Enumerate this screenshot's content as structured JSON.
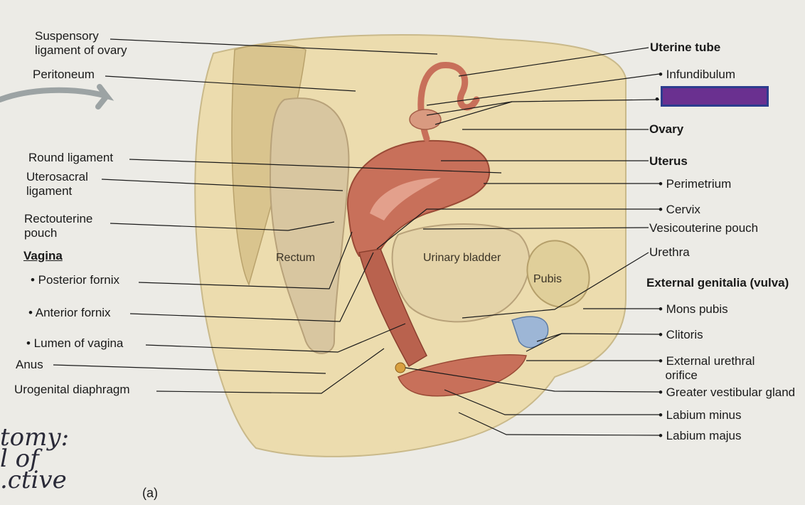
{
  "labels_left": [
    {
      "key": "suspensory",
      "text": "Suspensory\nligament of ovary"
    },
    {
      "key": "peritoneum",
      "text": "Peritoneum"
    },
    {
      "key": "round_ligament",
      "text": "Round ligament"
    },
    {
      "key": "uterosacral",
      "text": "Uterosacral\nligament"
    },
    {
      "key": "rectouterine",
      "text": "Rectouterine\npouch"
    },
    {
      "key": "vagina",
      "text": "Vagina"
    },
    {
      "key": "posterior_fornix",
      "text": "• Posterior fornix"
    },
    {
      "key": "anterior_fornix",
      "text": "• Anterior fornix"
    },
    {
      "key": "lumen_vagina",
      "text": "• Lumen of vagina"
    },
    {
      "key": "anus",
      "text": "Anus"
    },
    {
      "key": "urogenital",
      "text": "Urogenital diaphragm"
    }
  ],
  "labels_right": [
    {
      "key": "uterine_tube",
      "text": "Uterine tube"
    },
    {
      "key": "infundibulum",
      "text": "• Infundibulum"
    },
    {
      "key": "hidden_bullet",
      "text": "•"
    },
    {
      "key": "ovary",
      "text": "Ovary"
    },
    {
      "key": "uterus",
      "text": "Uterus"
    },
    {
      "key": "perimetrium",
      "text": "• Perimetrium"
    },
    {
      "key": "cervix",
      "text": "• Cervix"
    },
    {
      "key": "vesicouterine",
      "text": "Vesicouterine pouch"
    },
    {
      "key": "urethra",
      "text": "Urethra"
    },
    {
      "key": "external_genitalia",
      "text": "External genitalia (vulva)"
    },
    {
      "key": "mons_pubis",
      "text": "• Mons pubis"
    },
    {
      "key": "clitoris",
      "text": "• Clitoris"
    },
    {
      "key": "ext_urethral",
      "text": "• External urethral\n  orifice"
    },
    {
      "key": "greater_vestibular",
      "text": "• Greater vestibular gland"
    },
    {
      "key": "labium_minus",
      "text": "• Labium minus"
    },
    {
      "key": "labium_majus",
      "text": "• Labium majus"
    }
  ],
  "organ_labels": {
    "rectum": "Rectum",
    "urinary_bladder": "Urinary bladder",
    "pubis": "Pubis"
  },
  "figure_letter": "(a)",
  "handwriting": "tomy:\nl of\n.ctive",
  "colors": {
    "background": "#ecebe6",
    "tissue": "#ecdcae",
    "uterus": "#c8705a",
    "hidden_box_fill": "#6a3090",
    "hidden_box_border": "#2c3c8e"
  }
}
